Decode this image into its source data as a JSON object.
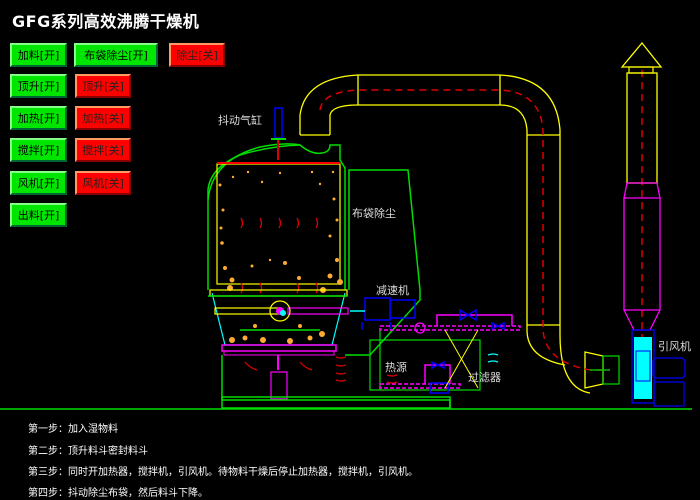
{
  "title": "GFG系列高效沸腾干燥机",
  "buttons": [
    {
      "id": "feed-on",
      "label": "加料[开]",
      "state": "on"
    },
    {
      "id": "bag-dust-on",
      "label": "布袋除尘[开]",
      "state": "on"
    },
    {
      "id": "dust-off",
      "label": "除尘[关]",
      "state": "off"
    },
    {
      "id": "lift-on",
      "label": "顶升[开]",
      "state": "on"
    },
    {
      "id": "lift-off",
      "label": "顶升[关]",
      "state": "off"
    },
    {
      "id": "heat-on",
      "label": "加热[开]",
      "state": "on"
    },
    {
      "id": "heat-off",
      "label": "加热[关]",
      "state": "off"
    },
    {
      "id": "stir-on",
      "label": "搅拌[开]",
      "state": "on"
    },
    {
      "id": "stir-off",
      "label": "搅拌[关]",
      "state": "off"
    },
    {
      "id": "fan-on",
      "label": "风机[开]",
      "state": "on"
    },
    {
      "id": "fan-off",
      "label": "风机[关]",
      "state": "off"
    },
    {
      "id": "discharge-on",
      "label": "出料[开]",
      "state": "on"
    }
  ],
  "diagram_labels": {
    "shaker_cylinder": "抖动气缸",
    "bag_filter": "布袋除尘",
    "reducer": "减速机",
    "heat_source": "热源",
    "filter": "过滤器",
    "induced_fan": "引风机"
  },
  "steps": [
    "第一步：加入湿物料",
    "第二步：顶升料斗密封料斗",
    "第三步：同时开加热器，搅拌机，引风机。待物料干燥后停止加热器，搅拌机，引风机。",
    "第四步：抖动除尘布袋，然后料斗下降。"
  ],
  "colors": {
    "on": "#00e600",
    "off": "#ff0000",
    "frame": "#00dd00",
    "duct": "#ffff00",
    "pipe": "#ff00ff",
    "motor": "#0000ff",
    "flow": "#dd0000",
    "fan_body": "#00ffff"
  }
}
